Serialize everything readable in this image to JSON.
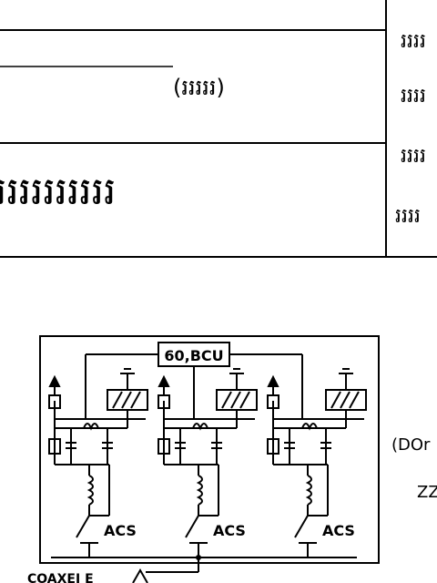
{
  "title_block": {
    "unit_note": "(រររររ)",
    "main_text": "ររររររររររ",
    "right_labels": [
      "ររររ",
      "ររររ",
      "ររររ",
      "ររររ"
    ]
  },
  "schematic": {
    "top_box_label": "60,BCU",
    "switch_label": "ACS",
    "side_label_1": "(DOr",
    "side_label_2": "ZZ",
    "bottom_label": "COAXEI E"
  }
}
